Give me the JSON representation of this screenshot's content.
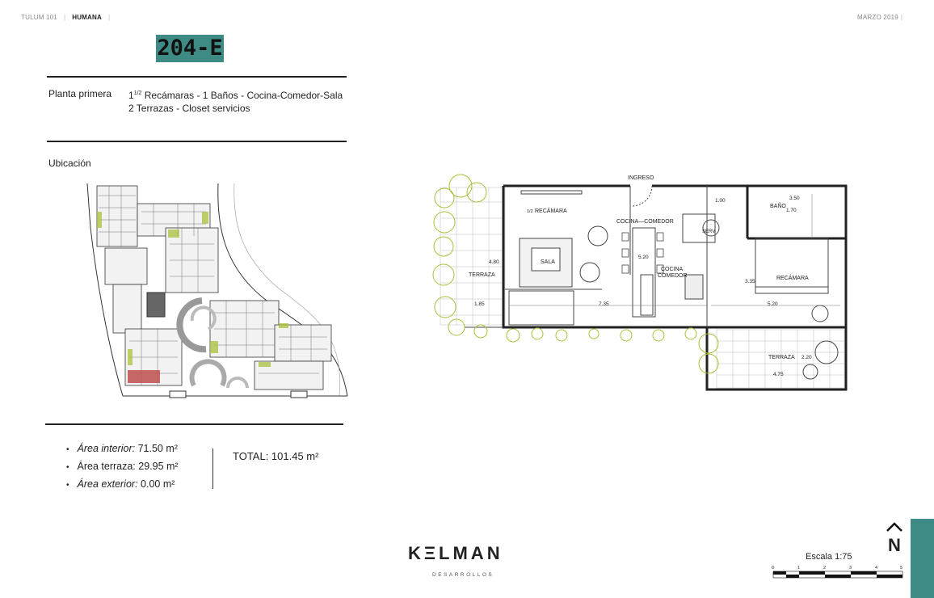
{
  "header": {
    "project": "TULUM 101",
    "building": "HUMANA",
    "date": "MARZO 2019"
  },
  "unit": {
    "code": "204-E"
  },
  "description": {
    "floor": "Planta primera",
    "line1_prefix": "1",
    "line1_fraction": "1/2",
    "line1_rest": " Recámaras - 1 Baños - Cocina-Comedor-Sala",
    "line2": "2 Terrazas - Closet servicios"
  },
  "location": {
    "label": "Ubicación"
  },
  "areas": {
    "interior_label": "Área interior:",
    "interior_value": "71.50 m²",
    "terrace_label": "Área terraza:",
    "terrace_value": "29.95 m²",
    "exterior_label": "Área exterior:",
    "exterior_value": "0.00 m²",
    "total": "TOTAL: 101.45 m²"
  },
  "plan_labels": {
    "ingreso": "INGRESO",
    "half_bedroom_frac": "1/2",
    "half_bedroom": "RECÁMARA",
    "cocina_comedor": "COCINA—COMEDOR",
    "bano": "BAÑO",
    "sala": "SALA",
    "terraza_left": "TERRAZA",
    "cocina": "COCINA",
    "comedor": "COMEDOR",
    "recamara": "RECÁMARA",
    "terraza_right": "TERRAZA",
    "serv": "SERV",
    "d_100": "1.00",
    "d_350": "3.50",
    "d_170": "1.70",
    "d_480": "4.80",
    "d_520a": "5.20",
    "d_335": "3.35",
    "d_185": "1.85",
    "d_735": "7.35",
    "d_520b": "5.20",
    "d_220": "2.20",
    "d_475": "4.75"
  },
  "brand": {
    "name": "KΞLMAN",
    "sub": "DESARROLLOS"
  },
  "scale": {
    "label": "Escala 1:75",
    "ticks": [
      "0",
      "1",
      "2",
      "3",
      "4",
      "5"
    ]
  },
  "north": {
    "letter": "N"
  },
  "colors": {
    "accent": "#3e8a84",
    "tree": "#a8c13a",
    "highlight": "#c0504d"
  }
}
